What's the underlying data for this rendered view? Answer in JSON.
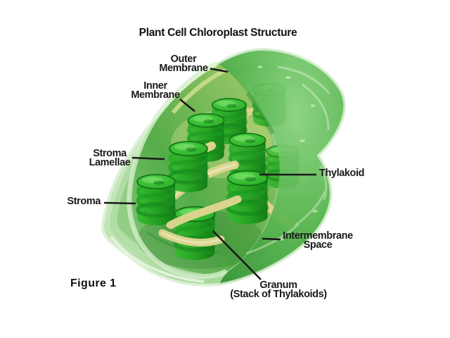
{
  "title": "Plant Cell Chloroplast Structure",
  "figure_caption": "Figure 1",
  "diagram": {
    "name": "chloroplast-3d-cutaway",
    "labels": {
      "outer_membrane": "Outer\nMembrane",
      "inner_membrane": "Inner\nMembrane",
      "stroma_lamellae": "Stroma\nLamellae",
      "stroma": "Stroma",
      "thylakoid": "Thylakoid",
      "intermembrane_space": "Intermembrane\nSpace",
      "granum": "Granum\n(Stack of Thylakoids)"
    },
    "palette": {
      "background": "#ffffff",
      "text": "#1a1a1a",
      "leader_line": "#1a1a1a",
      "outer_membrane_light": "#def2d7",
      "outer_membrane_green": "#b7e1ab",
      "outer_membrane_deep": "#94cf8b",
      "body_green_light": "#8ed584",
      "body_green": "#52b24a",
      "body_green_shadow": "#2f8f30",
      "stroma_pale": "#8cc87e",
      "stroma_green": "#55ac49",
      "stroma_yellow_green": "#a9cc6d",
      "granum_top_light": "#55d44a",
      "granum_green": "#2cb12a",
      "granum_dark": "#0f7a12",
      "lamellae_yellow": "#d8d48c",
      "lamellae_highlight": "#efeec8"
    }
  }
}
